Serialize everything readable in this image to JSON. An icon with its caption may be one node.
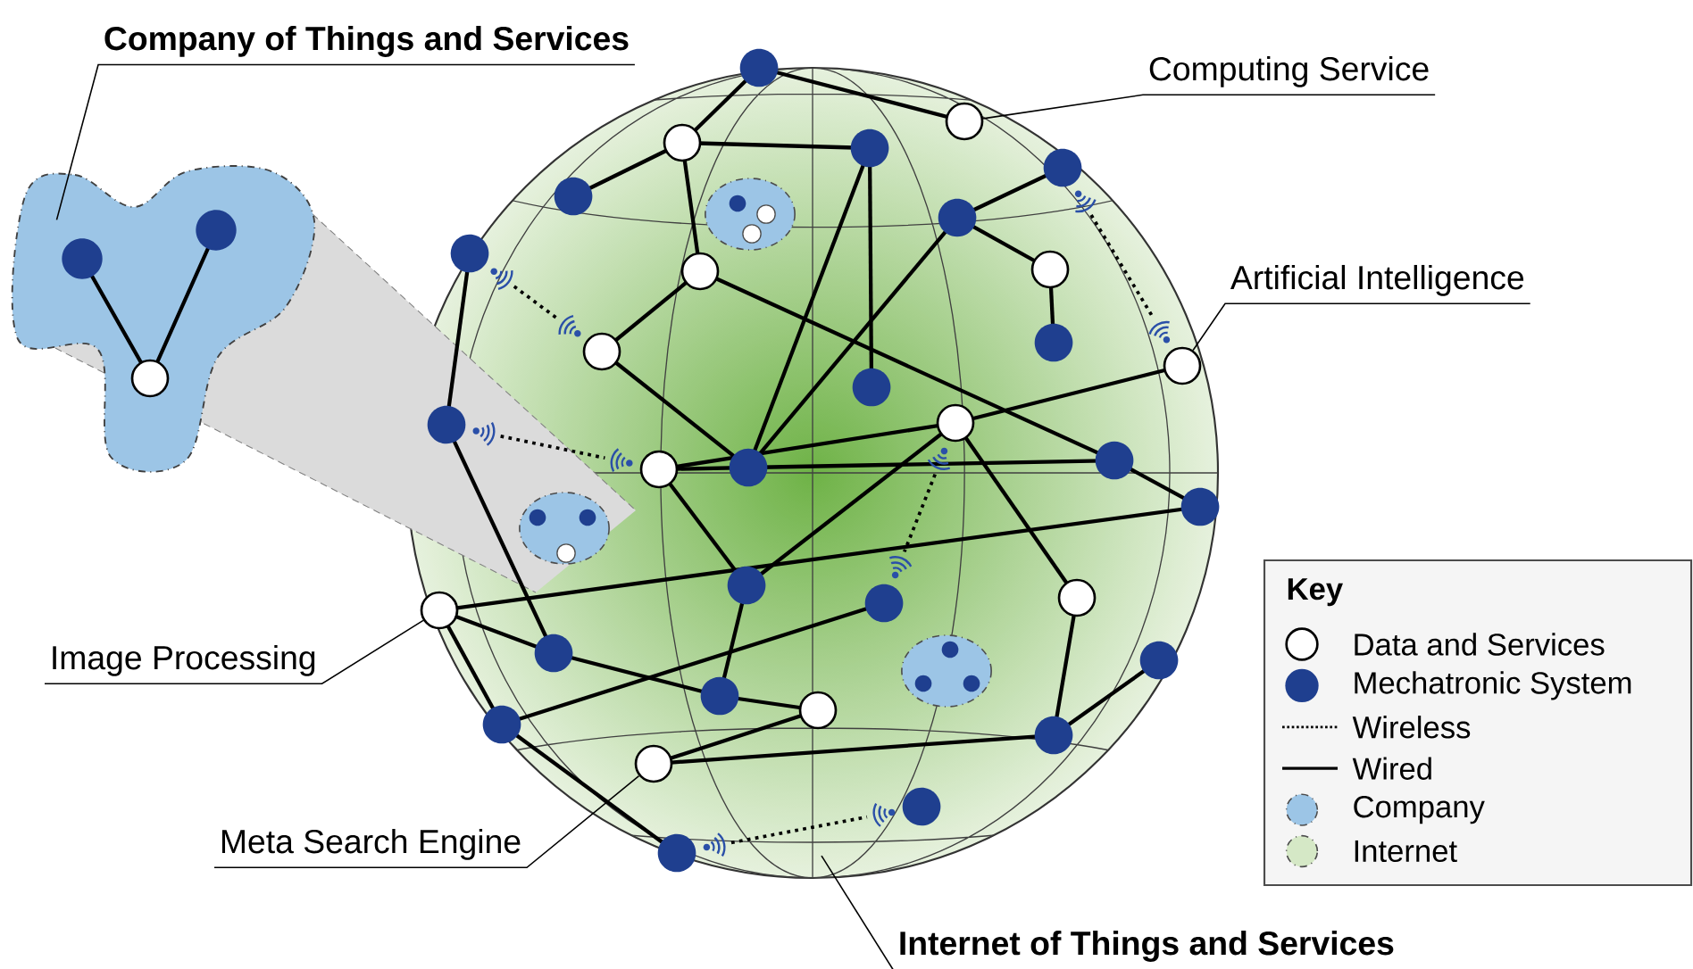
{
  "diagram": {
    "nodes": [
      {
        "text": [
          "Company of Things and Services"
        ]
      },
      {
        "text": [
          "Computing Service"
        ]
      },
      {
        "text": [
          "Artificial Intelligence"
        ]
      },
      {
        "text": [],
        "shape": "cloud"
      },
      {
        "text": [],
        "shape": "circle"
      },
      {
        "text": [],
        "shape": "circle",
        "in": 4
      },
      {
        "text": [],
        "shape": "circle",
        "in": 4
      },
      {
        "text": [
          "Image Processing"
        ]
      },
      {
        "text": [],
        "shape": "circle",
        "in": 4
      },
      {
        "text": [
          "Meta Search Engine"
        ]
      },
      {
        "text": [],
        "shape": "circle",
        "in": 4
      },
      {
        "text": [
          "Internet of Things and Services"
        ]
      }
    ],
    "edges": [
      {
        "from": 0,
        "to": 3,
        "arrow": "none"
      },
      {
        "from": 1,
        "to": 5,
        "arrow": "none"
      },
      {
        "from": 2,
        "to": 6,
        "arrow": "none"
      },
      {
        "from": 7,
        "to": 8,
        "arrow": "none"
      },
      {
        "from": 9,
        "to": 10,
        "arrow": "none"
      },
      {
        "from": 11,
        "to": 4,
        "arrow": "none"
      }
    ],
    "labels": [
      "Key"
    ],
    "legend": [
      {
        "text": "Data and Services"
      },
      {
        "text": "Mechatronic System",
        "color": "#1f3f8f"
      },
      {
        "text": "Wireless"
      },
      {
        "text": "Wired"
      },
      {
        "text": "Company",
        "color": "#9cc5e6"
      },
      {
        "text": "Internet",
        "color": "#d5e8c6"
      }
    ]
  }
}
